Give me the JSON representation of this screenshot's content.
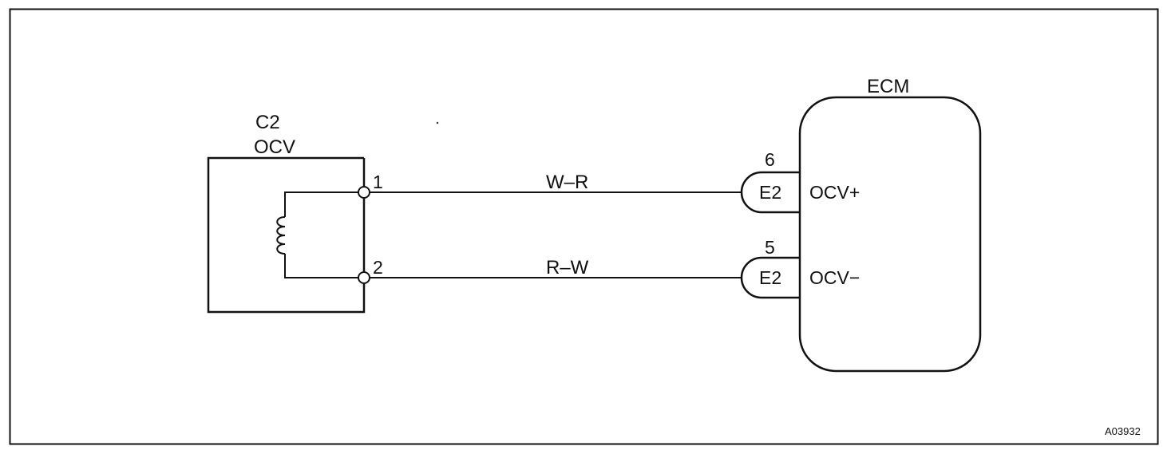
{
  "ocv_component": {
    "connector": "C2",
    "name": "OCV",
    "terminals": [
      {
        "pin": "1"
      },
      {
        "pin": "2"
      }
    ]
  },
  "ecm": {
    "label": "ECM",
    "pins": [
      {
        "pin": "6",
        "connector": "E2",
        "signal": "OCV+"
      },
      {
        "pin": "5",
        "connector": "E2",
        "signal": "OCV−"
      }
    ]
  },
  "wires": [
    {
      "color_code": "W–R"
    },
    {
      "color_code": "R–W"
    }
  ],
  "figure_code": "A03932"
}
